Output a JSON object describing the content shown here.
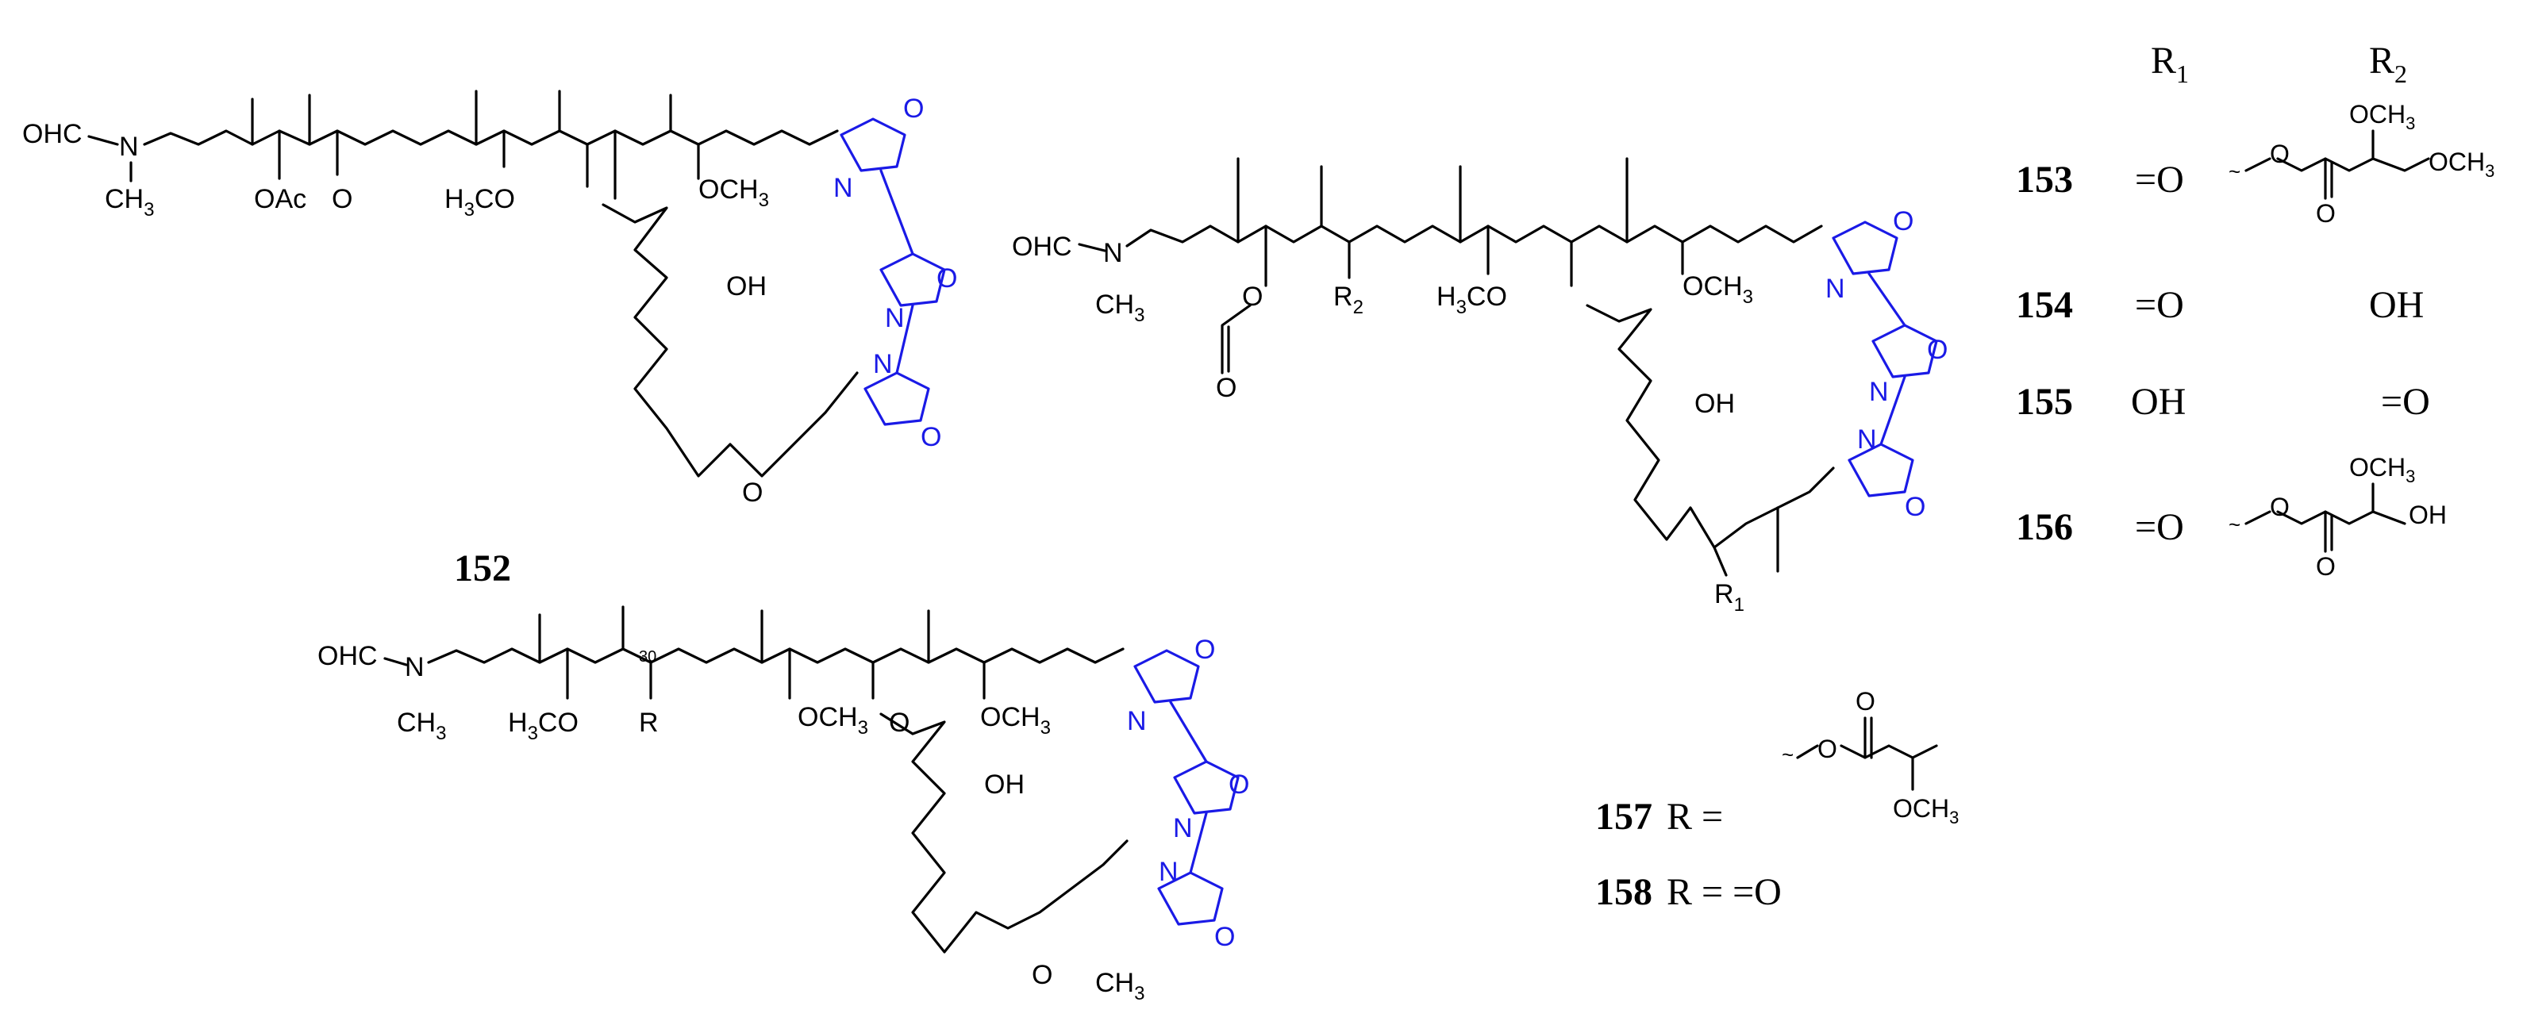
{
  "compounds": {
    "c152": {
      "number": "152"
    },
    "c157": {
      "number": "157",
      "r_label": "R ="
    },
    "c158": {
      "number": "158",
      "r_label": "R = =O"
    }
  },
  "table": {
    "headers": {
      "r1": "R",
      "r1_sub": "1",
      "r2": "R",
      "r2_sub": "2"
    },
    "rows": [
      {
        "number": "153",
        "r1": "=O",
        "r2": ""
      },
      {
        "number": "154",
        "r1": "=O",
        "r2": "OH"
      },
      {
        "number": "155",
        "r1": "OH",
        "r2": "=O"
      },
      {
        "number": "156",
        "r1": "=O",
        "r2": ""
      }
    ]
  },
  "atoms": {
    "ohc": "OHC",
    "n": "N",
    "ch3": "CH",
    "ch3_sub": "3",
    "oac": "OAc",
    "o": "O",
    "h3co_h": "H",
    "h3co_sub": "3",
    "h3co_co": "CO",
    "och3": "OCH",
    "och3_sub": "3",
    "oh": "OH",
    "r": "R",
    "r1": "R",
    "r1_sub": "1",
    "r2": "R",
    "r2_sub": "2",
    "c30": "30"
  },
  "colors": {
    "oxazole": "#1a1ae6",
    "ink": "#000000"
  }
}
